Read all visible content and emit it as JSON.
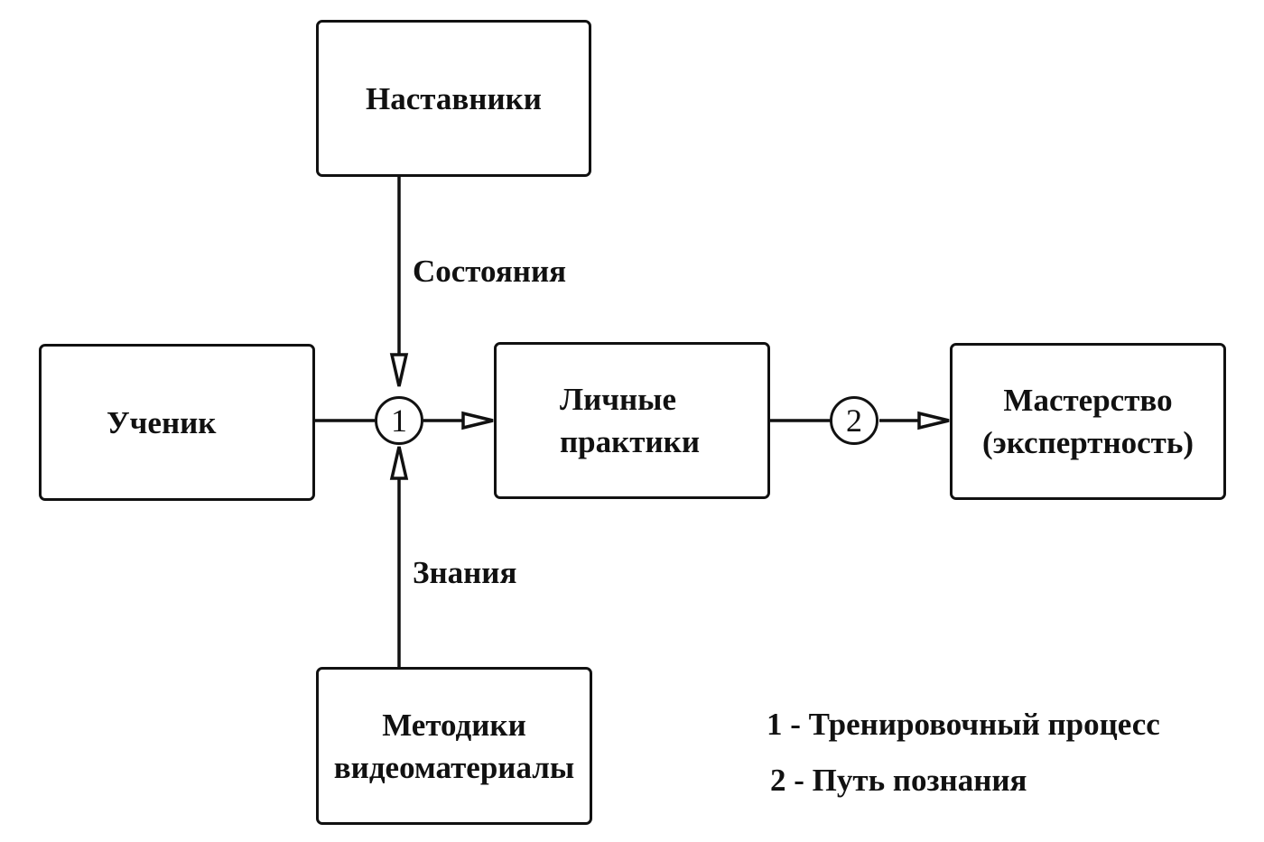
{
  "boxes": {
    "mentors": "Наставники",
    "student": "Ученик",
    "practices": [
      "Личные",
      "практики"
    ],
    "mastery": [
      "Мастерство",
      "(экспертность)"
    ],
    "methods": [
      "Методики",
      "видеоматериалы"
    ]
  },
  "edge_labels": {
    "states": "Состояния",
    "knowledge": "Знания"
  },
  "nodes": {
    "node1": "1",
    "node2": "2"
  },
  "legend": {
    "item1": "1 - Тренировочный процесс",
    "item2": "2 - Путь познания"
  }
}
